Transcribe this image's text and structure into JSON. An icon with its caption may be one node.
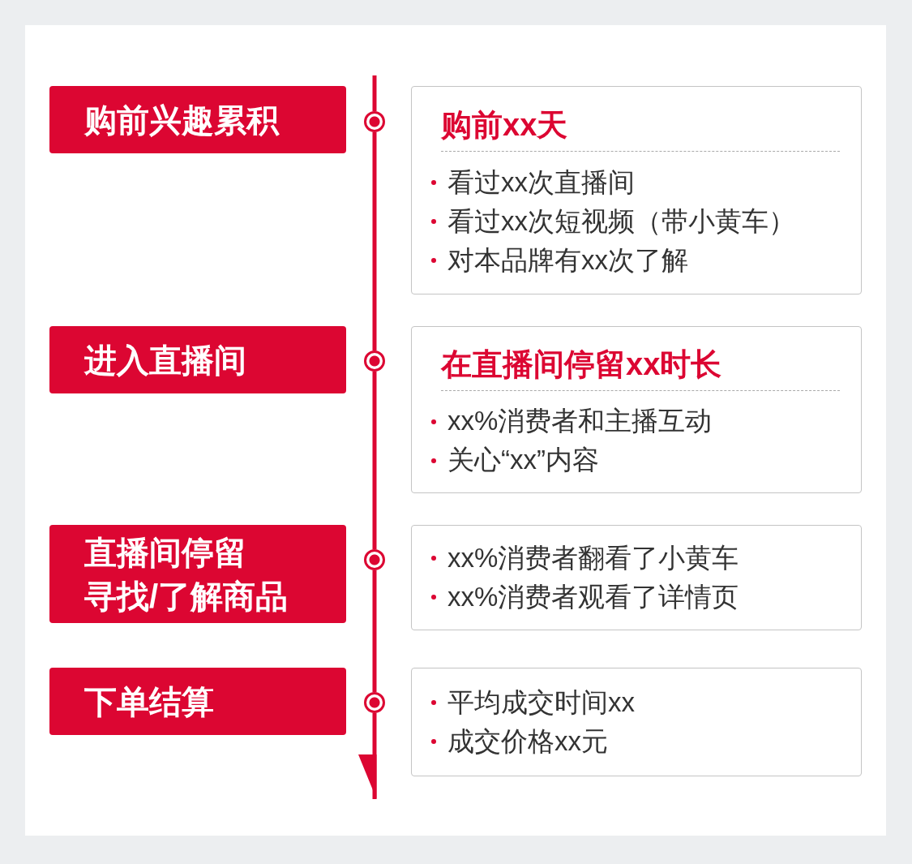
{
  "diagram": {
    "nodes": [
      {
        "text": [
          "购前兴趣累积"
        ]
      },
      {
        "text": [
          "进入直播间"
        ]
      },
      {
        "text": [
          "直播间停留",
          "寻找/了解商品"
        ]
      },
      {
        "text": [
          "下单结算"
        ]
      },
      {
        "text": [
          "购前xx天",
          "看过xx次直播间",
          "看过xx次短视频（带小黄车）",
          "对本品牌有xx次了解"
        ]
      },
      {
        "text": [
          "在直播间停留xx时长",
          "xx%消费者和主播互动",
          "关心“xx”内容"
        ]
      },
      {
        "text": [
          "xx%消费者翻看了小黄车",
          "xx%消费者观看了详情页"
        ]
      },
      {
        "text": [
          "平均成交时间xx",
          "成交价格xx元"
        ]
      },
      {
        "text": [],
        "shape": "circle"
      },
      {
        "text": [],
        "shape": "circle"
      },
      {
        "text": [],
        "shape": "circle"
      },
      {
        "text": [],
        "shape": "circle"
      }
    ],
    "edges": [
      {
        "from": null,
        "to": 8,
        "arrow": "none"
      },
      {
        "from": 8,
        "to": 9,
        "arrow": "none"
      },
      {
        "from": 9,
        "to": 10,
        "arrow": "none"
      },
      {
        "from": 10,
        "to": 11,
        "arrow": "none"
      },
      {
        "from": 11,
        "to": null,
        "arrow": "to"
      }
    ]
  }
}
